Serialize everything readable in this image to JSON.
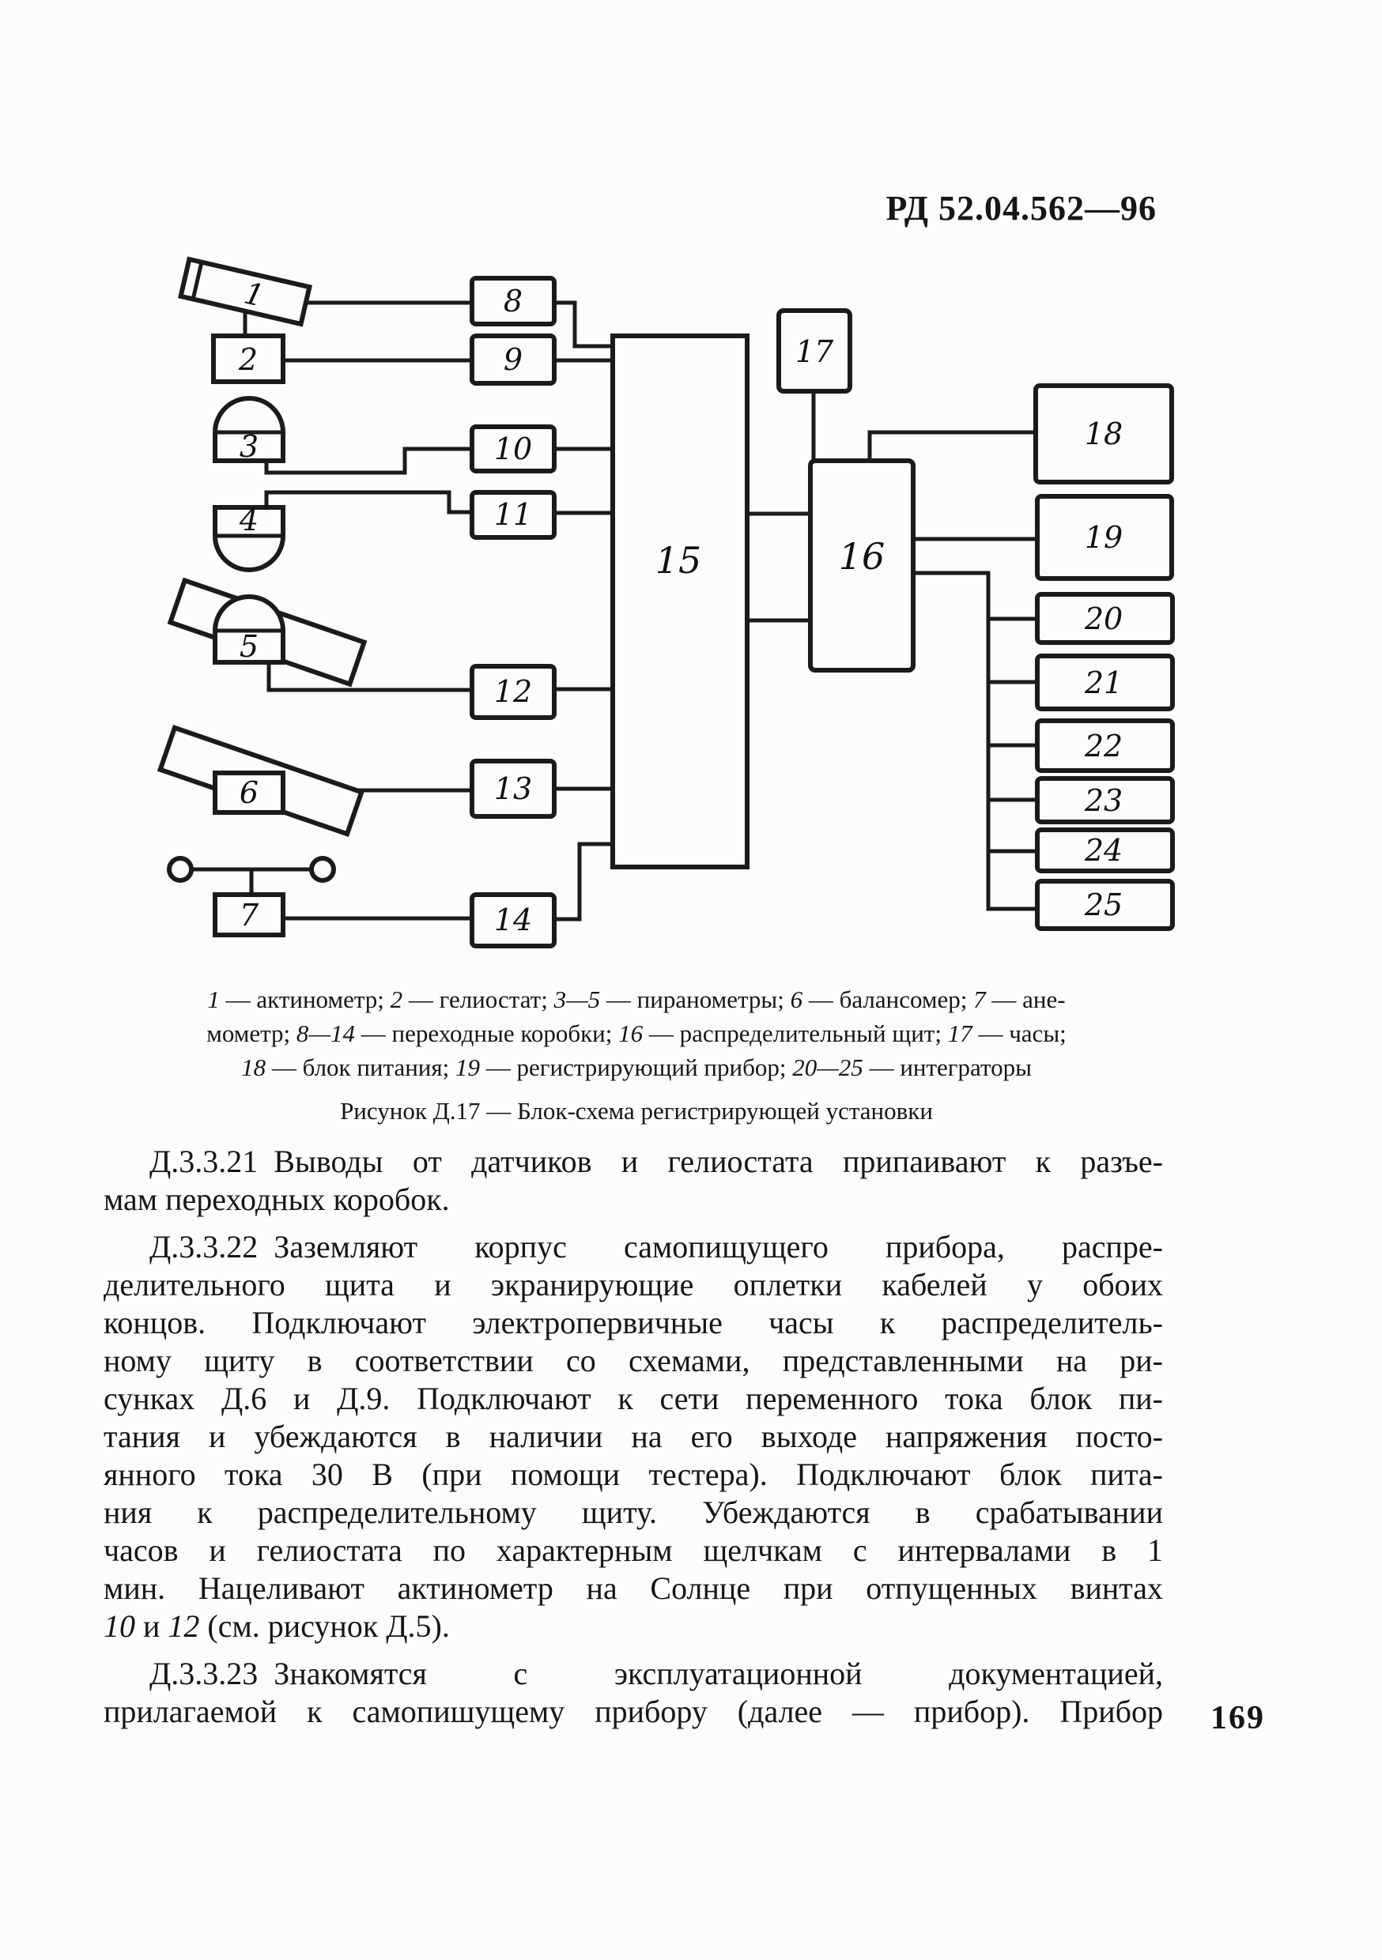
{
  "page": {
    "header": "РД 52.04.562—96",
    "page_number": "169"
  },
  "diagram": {
    "labels": {
      "n1": "1",
      "n2": "2",
      "n3": "3",
      "n4": "4",
      "n5": "5",
      "n6": "6",
      "n7": "7",
      "n8": "8",
      "n9": "9",
      "n10": "10",
      "n11": "11",
      "n12": "12",
      "n13": "13",
      "n14": "14",
      "n15": "15",
      "n16": "16",
      "n17": "17",
      "n18": "18",
      "n19": "19",
      "n20": "20",
      "n21": "21",
      "n22": "22",
      "n23": "23",
      "n24": "24",
      "n25": "25"
    }
  },
  "figure": {
    "caption_lines": [
      [
        {
          "t": "1",
          "i": 1
        },
        {
          "t": " — актинометр; "
        },
        {
          "t": "2",
          "i": 1
        },
        {
          "t": " — гелиостат; "
        },
        {
          "t": "3—5",
          "i": 1
        },
        {
          "t": " — пиранометры; "
        },
        {
          "t": "6",
          "i": 1
        },
        {
          "t": " — балансомер; "
        },
        {
          "t": "7",
          "i": 1
        },
        {
          "t": " — ане-"
        }
      ],
      [
        {
          "t": "мометр; "
        },
        {
          "t": "8—14",
          "i": 1
        },
        {
          "t": " — переходные коробки; "
        },
        {
          "t": "16",
          "i": 1
        },
        {
          "t": " — распределительный щит; "
        },
        {
          "t": "17",
          "i": 1
        },
        {
          "t": " — часы;"
        }
      ],
      [
        {
          "t": "18",
          "i": 1
        },
        {
          "t": " — блок питания; "
        },
        {
          "t": "19",
          "i": 1
        },
        {
          "t": " — регистрирующий прибор; "
        },
        {
          "t": "20—25",
          "i": 1
        },
        {
          "t": " — интеграторы"
        }
      ]
    ],
    "title": "Рисунок Д.17 — Блок-схема регистрирующей установки"
  },
  "body": {
    "paragraphs": [
      {
        "lines": [
          [
            {
              "t": "Д.3.3.21 Выводы от датчиков и гелиостата припаивают к разъе-"
            }
          ],
          [
            {
              "t": "мам переходных коробок."
            }
          ]
        ]
      },
      {
        "lines": [
          [
            {
              "t": "Д.3.3.22 Заземляют корпус самопищущего прибора, распре-"
            }
          ],
          [
            {
              "t": "делительного щита и экранирующие оплетки кабелей у обоих"
            }
          ],
          [
            {
              "t": "концов. Подключают электропервичные часы к распределитель-"
            }
          ],
          [
            {
              "t": "ному щиту в соответствии со схемами, представленными на ри-"
            }
          ],
          [
            {
              "t": "сунках Д.6 и Д.9. Подключают к сети переменного тока блок пи-"
            }
          ],
          [
            {
              "t": "тания и убеждаются в наличии на его выходе напряжения посто-"
            }
          ],
          [
            {
              "t": "янного тока 30 В (при помощи тестера). Подключают блок пита-"
            }
          ],
          [
            {
              "t": "ния к распределительному щиту. Убеждаются в срабатывании"
            }
          ],
          [
            {
              "t": "часов и гелиостата по характерным щелчкам с интервалами в 1"
            }
          ],
          [
            {
              "t": "мин. Нацеливают актинометр на Солнце при отпущенных винтах"
            }
          ],
          [
            {
              "t": "10",
              "i": 1
            },
            {
              "t": " и "
            },
            {
              "t": "12",
              "i": 1
            },
            {
              "t": " (см. рисунок Д.5)."
            }
          ]
        ]
      },
      {
        "lines": [
          [
            {
              "t": "Д.3.3.23 Знакомятся с эксплуатационной документацией,"
            }
          ],
          [
            {
              "t": "прилагаемой к самопишущему прибору (далее — прибор). Прибор"
            }
          ]
        ]
      }
    ]
  }
}
